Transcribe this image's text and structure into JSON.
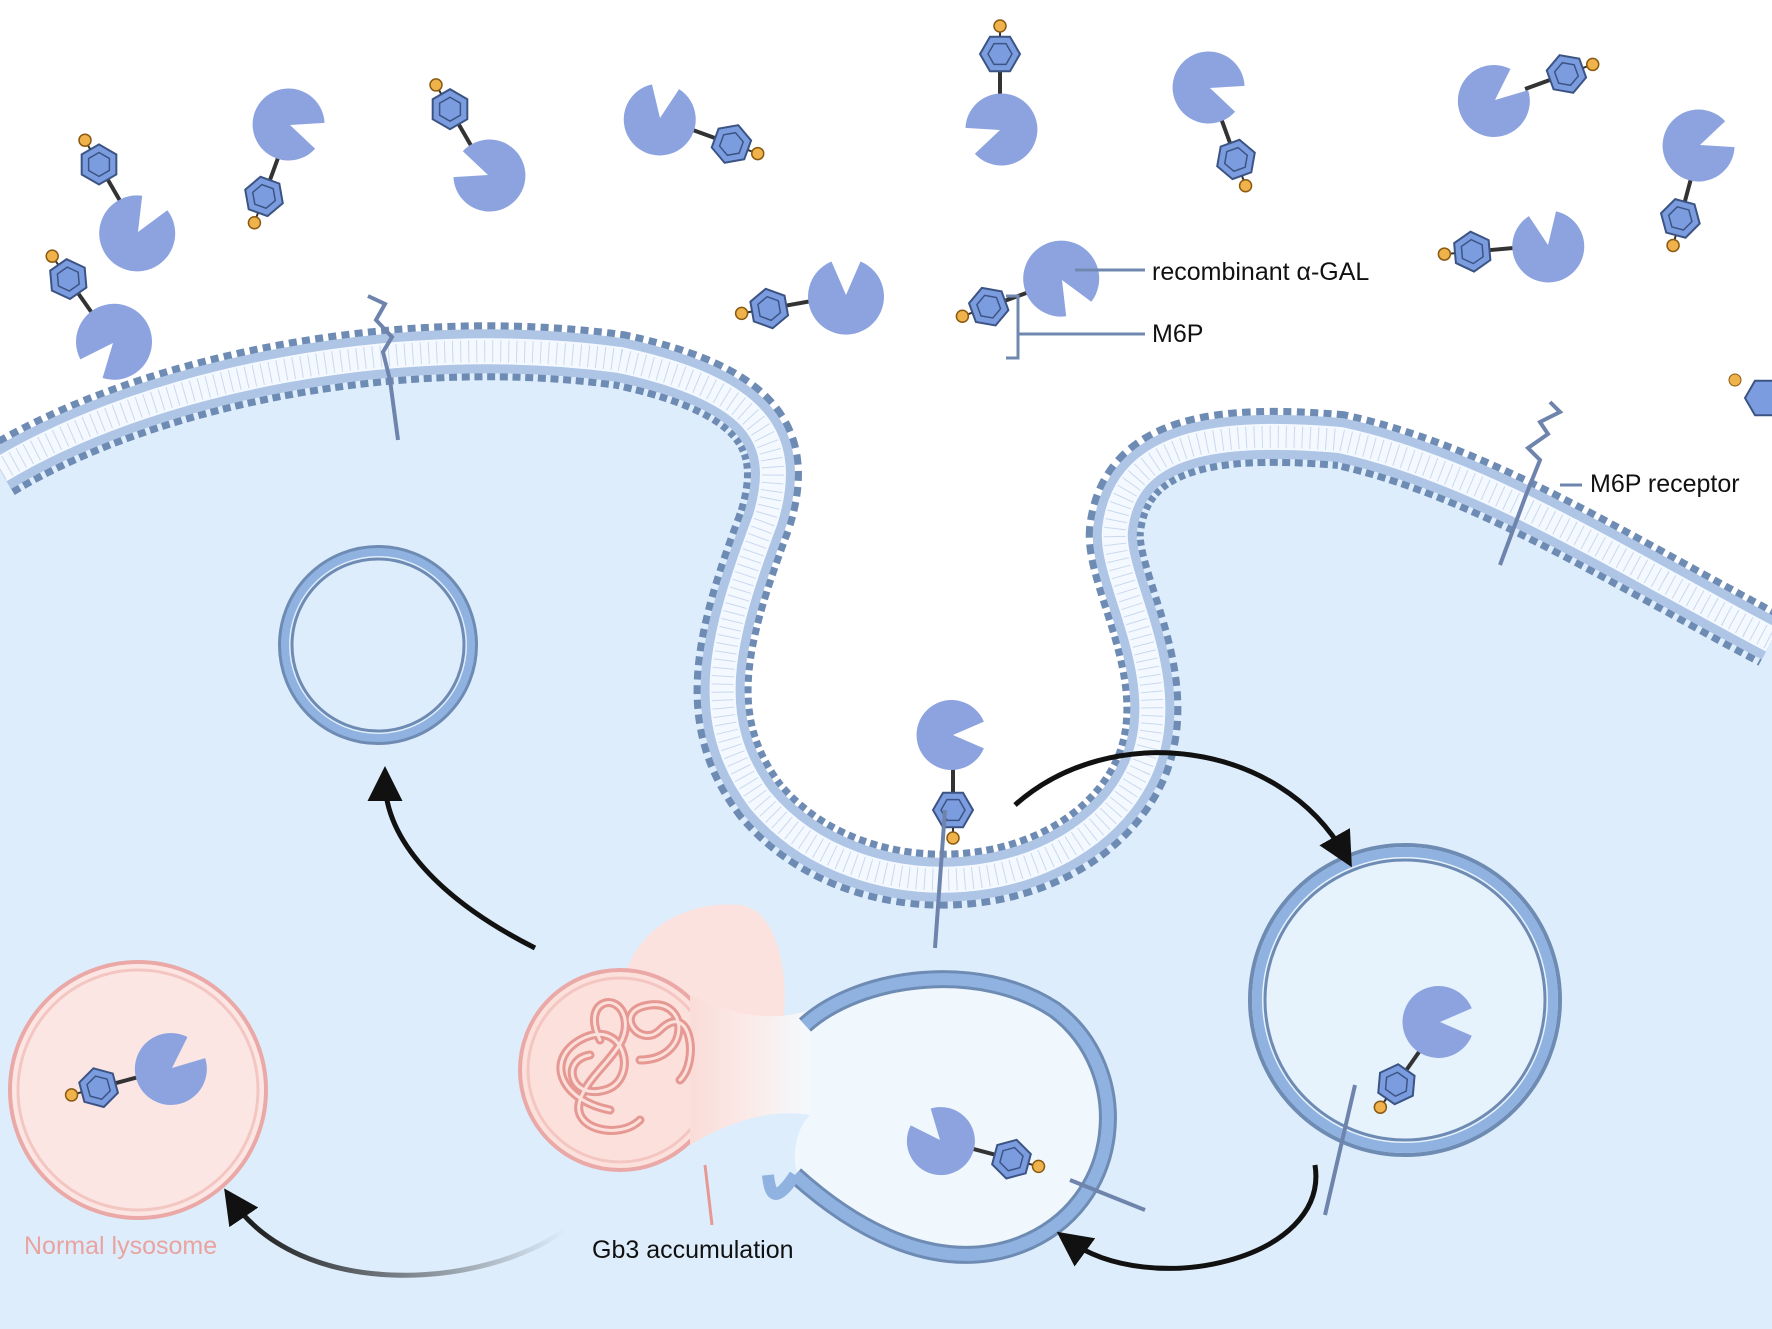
{
  "labels": {
    "recombinant_agal": "recombinant α-GAL",
    "m6p": "M6P",
    "m6p_receptor": "M6P receptor",
    "gb3_accumulation": "Gb3 accumulation",
    "normal_lysosome": "Normal lysosome"
  },
  "colors": {
    "enzyme": "#8ca3df",
    "hexagon": "#7b9de0",
    "phosphate": "#f0b24a",
    "cytoplasm": "#deedfb",
    "membrane_head": "#6e8bb4",
    "membrane_tail": "#aec5e6",
    "vesicle_ring": "#8fb2e0",
    "lysosome_fill": "#fbe6e4",
    "lysosome_ring": "#eaa8a6",
    "gb3_strand": "#e69892",
    "arrow": "#111111",
    "normal_lysosome_text": "#e9a3a0"
  },
  "icons": {
    "enzyme": "pac-man-enzyme-icon",
    "m6p_tag": "hexagon-phosphate-icon",
    "receptor": "receptor-icon"
  }
}
